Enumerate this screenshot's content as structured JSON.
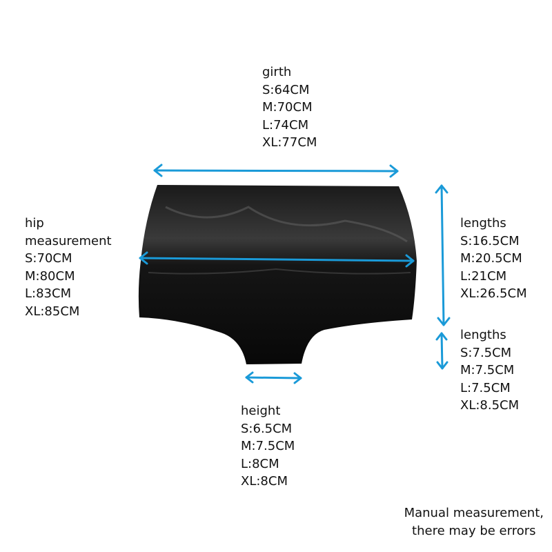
{
  "girth": {
    "label": "girth",
    "sizes": [
      "S:64CM",
      "M:70CM",
      "L:74CM",
      "XL:77CM"
    ]
  },
  "hip": {
    "label_line1": "hip",
    "label_line2": "measurement",
    "sizes": [
      "S:70CM",
      "M:80CM",
      "L:83CM",
      "XL:85CM"
    ]
  },
  "lengths_upper": {
    "label": "lengths",
    "sizes": [
      "S:16.5CM",
      "M:20.5CM",
      "L:21CM",
      "XL:26.5CM"
    ]
  },
  "lengths_lower": {
    "label": "lengths",
    "sizes": [
      "S:7.5CM",
      "M:7.5CM",
      "L:7.5CM",
      "XL:8.5CM"
    ]
  },
  "height": {
    "label": "height",
    "sizes": [
      "S:6.5CM",
      "M:7.5CM",
      "L:8CM",
      "XL:8CM"
    ]
  },
  "note": {
    "line1": "Manual measurement,",
    "line2": "there may be errors"
  },
  "colors": {
    "arrow": "#1a9ad8",
    "garment": "#0c0c0c"
  }
}
